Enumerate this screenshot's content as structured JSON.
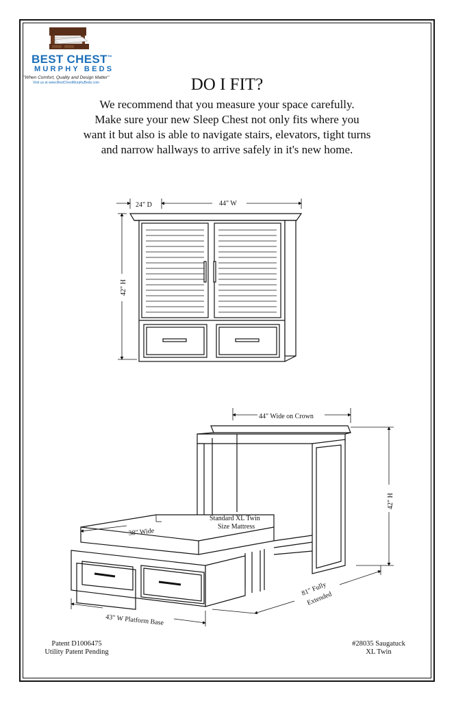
{
  "logo": {
    "brand": "BEST CHEST",
    "trademark": "™",
    "sub": "MURPHY BEDS",
    "tagline": "\"When Comfort, Quality and Design Matter\"",
    "url": "Visit us at www.BestChestMurphyBeds.com",
    "brand_color": "#1d6fb8"
  },
  "heading": "DO I FIT?",
  "intro_lines": [
    "We recommend that you measure your space carefully.",
    "Make sure your new Sleep Chest not only fits where you",
    "want it but also is able to navigate stairs, elevators, tight turns",
    "and narrow hallways to arrive safely in it's new home."
  ],
  "closed_view": {
    "depth": "24\" D",
    "width": "44\" W",
    "height": "42\" H"
  },
  "open_view": {
    "crown_width": "44\" Wide on Crown",
    "height": "42\" H",
    "mattress_width": "38\" Wide",
    "mattress_line1": "Standard XL Twin",
    "mattress_line2": "Size Mattress",
    "extended_line1": "81\" Fully",
    "extended_line2": "Extended",
    "base_width": "43\" W Platform Base"
  },
  "footer": {
    "patent_line1": "Patent D1006475",
    "patent_line2": "Utility Patent Pending",
    "model_line1": "#28035 Saugatuck",
    "model_line2": "XL Twin"
  }
}
